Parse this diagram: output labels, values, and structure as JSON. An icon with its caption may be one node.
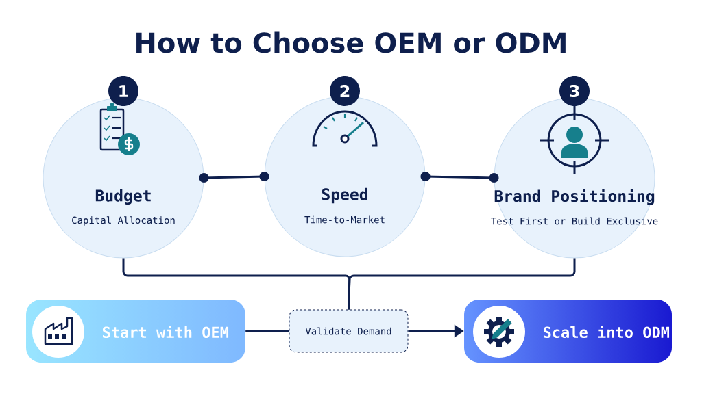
{
  "diagram": {
    "title": "How to Choose OEM or ODM",
    "nodes": [
      {
        "text": [
          "1",
          "Budget",
          "Capital Allocation"
        ]
      },
      {
        "text": [
          "2",
          "Speed",
          "Time-to-Market"
        ]
      },
      {
        "text": [
          "3",
          "Brand Positioning",
          "Test First or Build Exclusive"
        ]
      },
      {
        "text": [
          "Start with OEM"
        ]
      },
      {
        "text": [
          "Validate Demand"
        ]
      },
      {
        "text": [
          "Scale into ODM"
        ]
      }
    ],
    "edges": [
      {
        "from": 0,
        "to": 1,
        "arrow": "other"
      },
      {
        "from": 1,
        "to": 2,
        "arrow": "other"
      },
      {
        "from": 0,
        "to": 4,
        "arrow": "none"
      },
      {
        "from": 2,
        "to": 4,
        "arrow": "none"
      },
      {
        "from": 3,
        "to": 4,
        "arrow": "none"
      },
      {
        "from": 4,
        "to": 5,
        "arrow": "to"
      }
    ]
  }
}
